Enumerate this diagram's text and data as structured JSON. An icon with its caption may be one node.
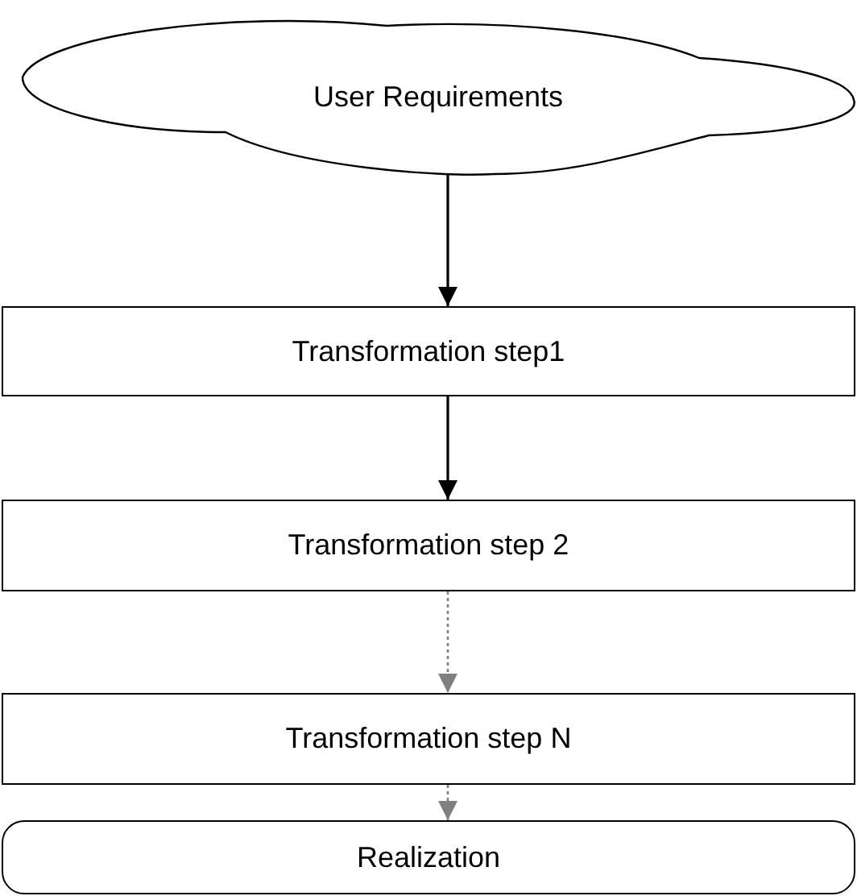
{
  "diagram": {
    "nodes": [
      {
        "text": [
          "User Requirements"
        ]
      },
      {
        "text": [
          "Transformation step1"
        ]
      },
      {
        "text": [
          "Transformation step 2"
        ]
      },
      {
        "text": [
          "Transformation step N"
        ]
      },
      {
        "text": [
          "Realization"
        ]
      }
    ],
    "edges": [
      {
        "from": 0,
        "to": 1,
        "arrow": "to"
      },
      {
        "from": 1,
        "to": 2,
        "arrow": "to"
      },
      {
        "from": 2,
        "to": 3,
        "arrow": "to",
        "style": "dashed",
        "color": "#808080"
      },
      {
        "from": 3,
        "to": 4,
        "arrow": "to",
        "style": "dashed",
        "color": "#808080"
      }
    ]
  }
}
